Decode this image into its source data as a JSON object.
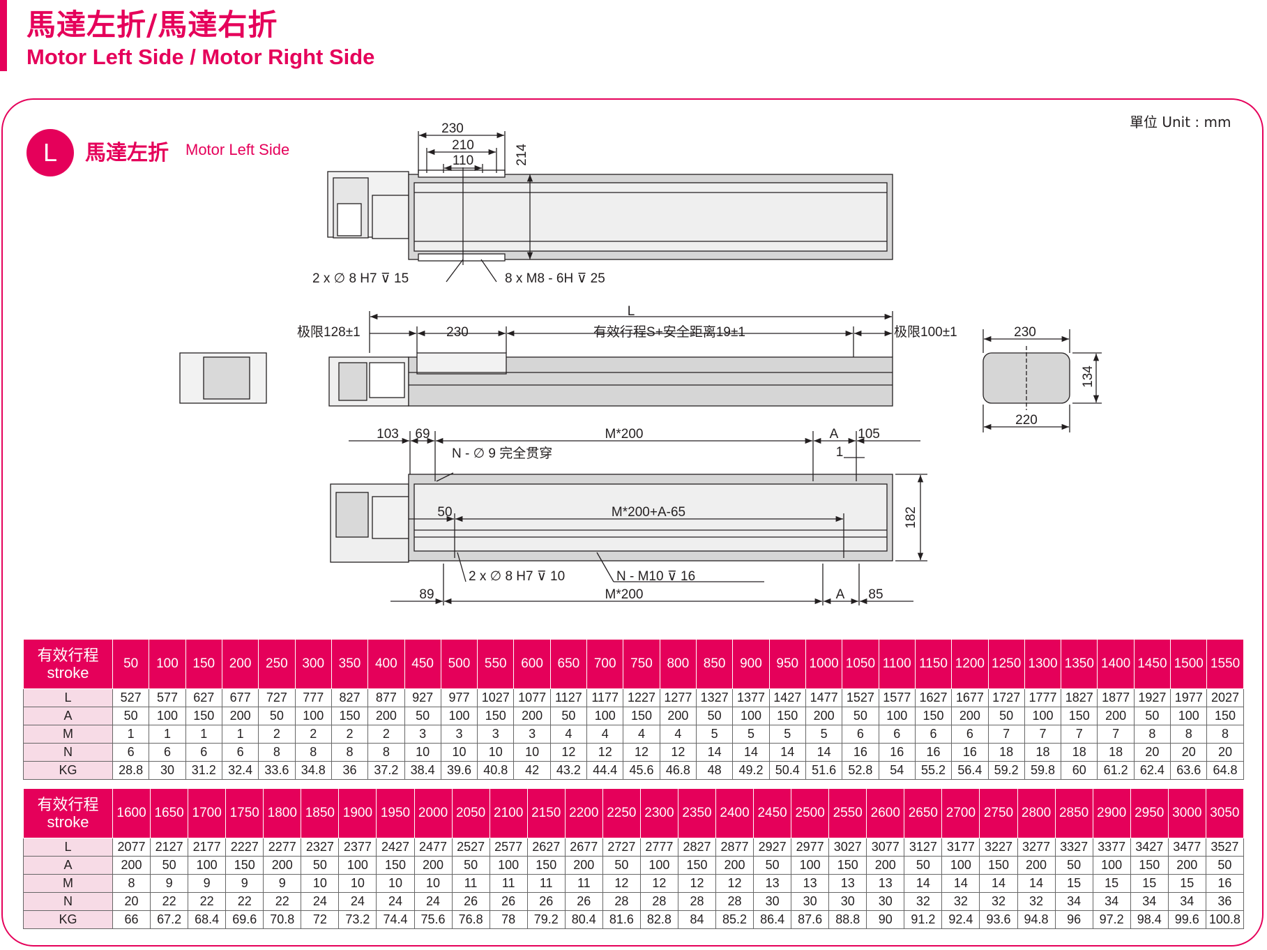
{
  "header": {
    "title_zh": "馬達左折/馬達右折",
    "title_en": "Motor Left Side / Motor Right Side"
  },
  "section": {
    "badge": "L",
    "title_zh": "馬達左折",
    "title_en": "Motor Left Side",
    "unit": "單位 Unit : mm"
  },
  "colors": {
    "accent": "#e5005a",
    "label_bg": "#f7dbe6",
    "line": "#231f20",
    "body_fill": "#d6d6d6"
  },
  "drawing": {
    "top": {
      "dim_230": "230",
      "dim_210": "210",
      "dim_110": "110",
      "dim_214": "214",
      "note_pin": "2 x ∅ 8 H7 ⊽ 15",
      "note_screw": "8 x  M8 - 6H ⊽ 25"
    },
    "side": {
      "dim_L": "L",
      "limit_left": "极限128±1",
      "dim_230": "230",
      "effective": "有效行程S+安全距离19±1",
      "limit_right": "极限100±1"
    },
    "end": {
      "dim_230": "230",
      "dim_220": "220",
      "dim_134": "134"
    },
    "bottom": {
      "dim_103": "103",
      "dim_69": "69",
      "dim_m200_top": "M*200",
      "dim_A_top": "A",
      "dim_105": "105",
      "note_holes": "N - ∅ 9 完全贯穿",
      "dim_1": "1",
      "dim_50": "50",
      "dim_m200a": "M*200+A-65",
      "dim_182": "182",
      "note_pin": "2 x ∅ 8 H7 ⊽ 10",
      "note_screw": "N - M10 ⊽ 16",
      "dim_89": "89",
      "dim_m200_bot": "M*200",
      "dim_A_bot": "A",
      "dim_85": "85"
    }
  },
  "tables": [
    {
      "header_zh": "有效行程",
      "header_en": "stroke",
      "strokes": [
        "50",
        "100",
        "150",
        "200",
        "250",
        "300",
        "350",
        "400",
        "450",
        "500",
        "550",
        "600",
        "650",
        "700",
        "750",
        "800",
        "850",
        "900",
        "950",
        "1000",
        "1050",
        "1100",
        "1150",
        "1200",
        "1250",
        "1300",
        "1350",
        "1400",
        "1450",
        "1500",
        "1550"
      ],
      "rows": [
        {
          "label": "L",
          "values": [
            "527",
            "577",
            "627",
            "677",
            "727",
            "777",
            "827",
            "877",
            "927",
            "977",
            "1027",
            "1077",
            "1127",
            "1177",
            "1227",
            "1277",
            "1327",
            "1377",
            "1427",
            "1477",
            "1527",
            "1577",
            "1627",
            "1677",
            "1727",
            "1777",
            "1827",
            "1877",
            "1927",
            "1977",
            "2027"
          ]
        },
        {
          "label": "A",
          "values": [
            "50",
            "100",
            "150",
            "200",
            "50",
            "100",
            "150",
            "200",
            "50",
            "100",
            "150",
            "200",
            "50",
            "100",
            "150",
            "200",
            "50",
            "100",
            "150",
            "200",
            "50",
            "100",
            "150",
            "200",
            "50",
            "100",
            "150",
            "200",
            "50",
            "100",
            "150"
          ]
        },
        {
          "label": "M",
          "values": [
            "1",
            "1",
            "1",
            "1",
            "2",
            "2",
            "2",
            "2",
            "3",
            "3",
            "3",
            "3",
            "4",
            "4",
            "4",
            "4",
            "5",
            "5",
            "5",
            "5",
            "6",
            "6",
            "6",
            "6",
            "7",
            "7",
            "7",
            "7",
            "8",
            "8",
            "8"
          ]
        },
        {
          "label": "N",
          "values": [
            "6",
            "6",
            "6",
            "6",
            "8",
            "8",
            "8",
            "8",
            "10",
            "10",
            "10",
            "10",
            "12",
            "12",
            "12",
            "12",
            "14",
            "14",
            "14",
            "14",
            "16",
            "16",
            "16",
            "16",
            "18",
            "18",
            "18",
            "18",
            "20",
            "20",
            "20"
          ]
        },
        {
          "label": "KG",
          "values": [
            "28.8",
            "30",
            "31.2",
            "32.4",
            "33.6",
            "34.8",
            "36",
            "37.2",
            "38.4",
            "39.6",
            "40.8",
            "42",
            "43.2",
            "44.4",
            "45.6",
            "46.8",
            "48",
            "49.2",
            "50.4",
            "51.6",
            "52.8",
            "54",
            "55.2",
            "56.4",
            "59.2",
            "59.8",
            "60",
            "61.2",
            "62.4",
            "63.6",
            "64.8"
          ]
        }
      ]
    },
    {
      "header_zh": "有效行程",
      "header_en": "stroke",
      "strokes": [
        "1600",
        "1650",
        "1700",
        "1750",
        "1800",
        "1850",
        "1900",
        "1950",
        "2000",
        "2050",
        "2100",
        "2150",
        "2200",
        "2250",
        "2300",
        "2350",
        "2400",
        "2450",
        "2500",
        "2550",
        "2600",
        "2650",
        "2700",
        "2750",
        "2800",
        "2850",
        "2900",
        "2950",
        "3000",
        "3050"
      ],
      "rows": [
        {
          "label": "L",
          "values": [
            "2077",
            "2127",
            "2177",
            "2227",
            "2277",
            "2327",
            "2377",
            "2427",
            "2477",
            "2527",
            "2577",
            "2627",
            "2677",
            "2727",
            "2777",
            "2827",
            "2877",
            "2927",
            "2977",
            "3027",
            "3077",
            "3127",
            "3177",
            "3227",
            "3277",
            "3327",
            "3377",
            "3427",
            "3477",
            "3527"
          ]
        },
        {
          "label": "A",
          "values": [
            "200",
            "50",
            "100",
            "150",
            "200",
            "50",
            "100",
            "150",
            "200",
            "50",
            "100",
            "150",
            "200",
            "50",
            "100",
            "150",
            "200",
            "50",
            "100",
            "150",
            "200",
            "50",
            "100",
            "150",
            "200",
            "50",
            "100",
            "150",
            "200",
            "50"
          ]
        },
        {
          "label": "M",
          "values": [
            "8",
            "9",
            "9",
            "9",
            "9",
            "10",
            "10",
            "10",
            "10",
            "11",
            "11",
            "11",
            "11",
            "12",
            "12",
            "12",
            "12",
            "13",
            "13",
            "13",
            "13",
            "14",
            "14",
            "14",
            "14",
            "15",
            "15",
            "15",
            "15",
            "16"
          ]
        },
        {
          "label": "N",
          "values": [
            "20",
            "22",
            "22",
            "22",
            "22",
            "24",
            "24",
            "24",
            "24",
            "26",
            "26",
            "26",
            "26",
            "28",
            "28",
            "28",
            "28",
            "30",
            "30",
            "30",
            "30",
            "32",
            "32",
            "32",
            "32",
            "34",
            "34",
            "34",
            "34",
            "36"
          ]
        },
        {
          "label": "KG",
          "values": [
            "66",
            "67.2",
            "68.4",
            "69.6",
            "70.8",
            "72",
            "73.2",
            "74.4",
            "75.6",
            "76.8",
            "78",
            "79.2",
            "80.4",
            "81.6",
            "82.8",
            "84",
            "85.2",
            "86.4",
            "87.6",
            "88.8",
            "90",
            "91.2",
            "92.4",
            "93.6",
            "94.8",
            "96",
            "97.2",
            "98.4",
            "99.6",
            "100.8"
          ]
        }
      ]
    }
  ]
}
